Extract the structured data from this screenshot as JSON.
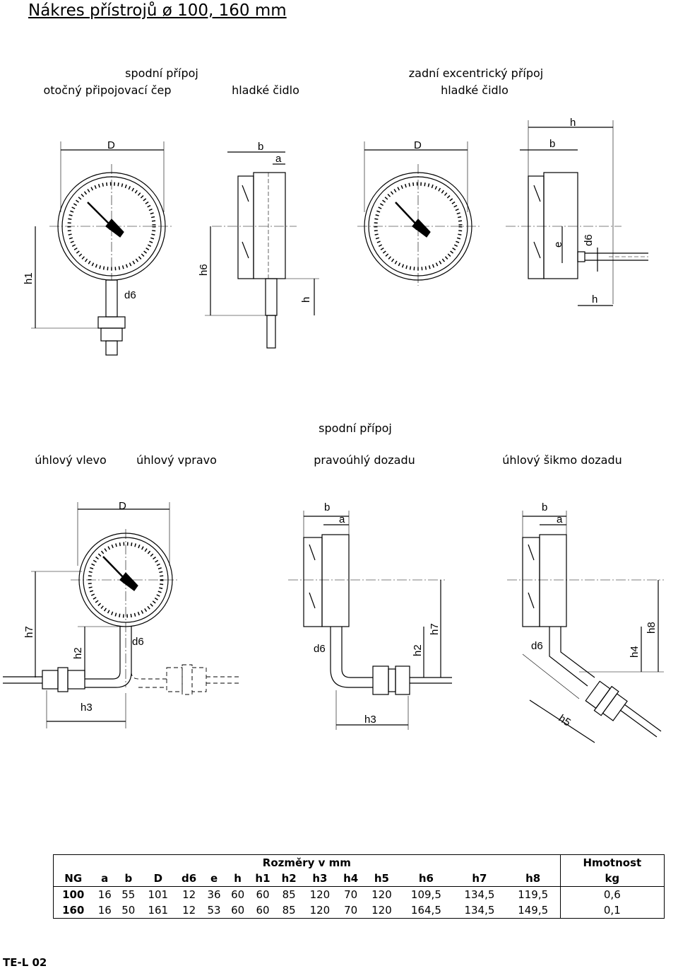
{
  "title": "Nákres přístrojů ø 100, 160 mm",
  "captions": {
    "top_left_1": "spodní přípoj",
    "top_left_2": "otočný připojovací čep",
    "top_mid": "hladké čidlo",
    "top_right_1": "zadní excentrický přípoj",
    "top_right_2": "hladké čidlo",
    "mid_top": "spodní přípoj",
    "mid_1": "úhlový vlevo",
    "mid_2": "úhlový vpravo",
    "mid_3": "pravoúhlý dozadu",
    "mid_4": "úhlový šikmo dozadu"
  },
  "drawing_labels": {
    "D": "D",
    "b": "b",
    "a": "a",
    "h": "h",
    "e": "e",
    "d6": "d6",
    "h1": "h1",
    "h2": "h2",
    "h3": "h3",
    "h4": "h4",
    "h5": "h5",
    "h6": "h6",
    "h7": "h7",
    "h8": "h8"
  },
  "table": {
    "group_header": "Rozměry v mm",
    "weight_header": "Hmotnost",
    "columns": [
      "NG",
      "a",
      "b",
      "D",
      "d6",
      "e",
      "h",
      "h1",
      "h2",
      "h3",
      "h4",
      "h5",
      "h6",
      "h7",
      "h8"
    ],
    "weight_unit": "kg",
    "rows": [
      [
        "100",
        "16",
        "55",
        "101",
        "12",
        "36",
        "60",
        "60",
        "85",
        "120",
        "70",
        "120",
        "109,5",
        "134,5",
        "119,5",
        "0,6"
      ],
      [
        "160",
        "16",
        "50",
        "161",
        "12",
        "53",
        "60",
        "60",
        "85",
        "120",
        "70",
        "120",
        "164,5",
        "134,5",
        "149,5",
        "0,1"
      ]
    ]
  },
  "footer": "TE-L 02"
}
